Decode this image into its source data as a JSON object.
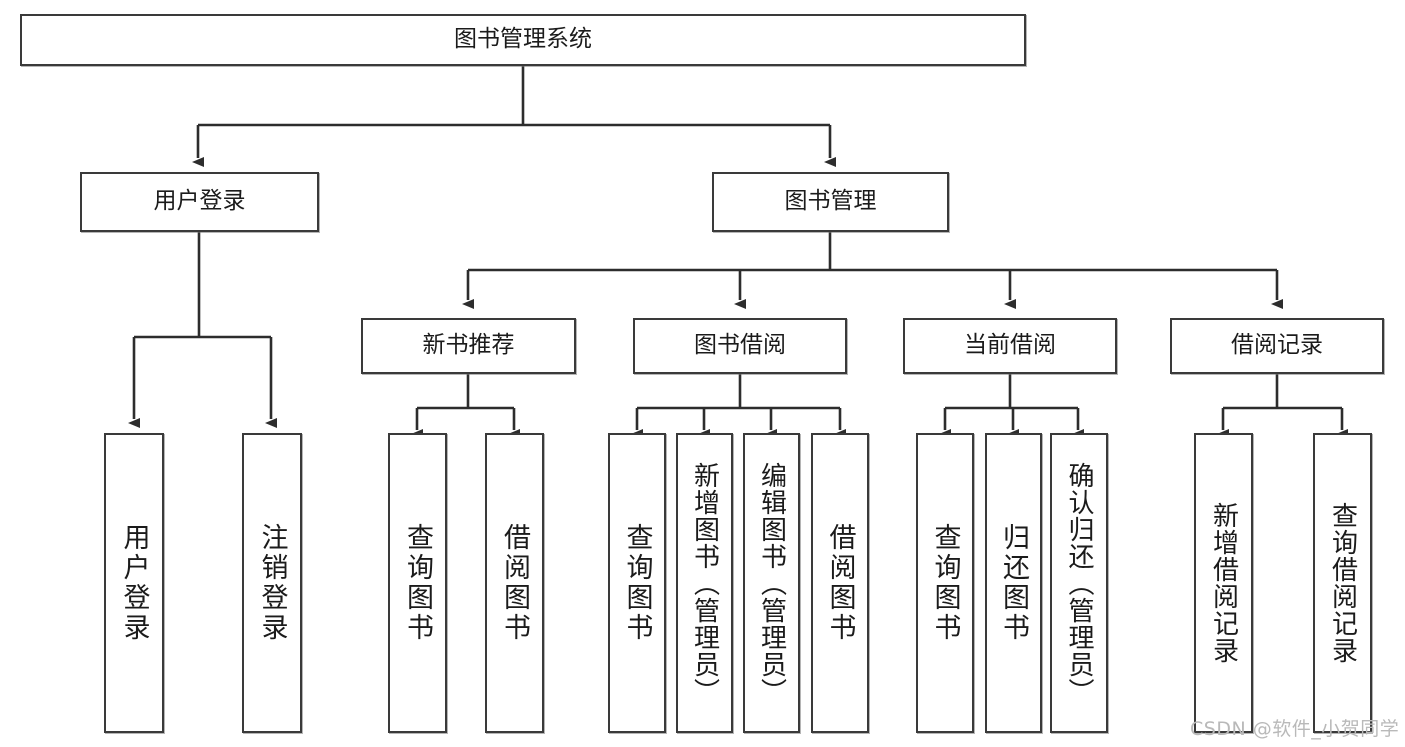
{
  "diagram": {
    "type": "tree",
    "title": "图书管理系统",
    "root": {
      "label": "图书管理系统"
    },
    "level2": [
      {
        "label": "用户登录"
      },
      {
        "label": "图书管理"
      }
    ],
    "level3": [
      {
        "label": "新书推荐"
      },
      {
        "label": "图书借阅"
      },
      {
        "label": "当前借阅"
      },
      {
        "label": "借阅记录"
      }
    ],
    "leaves": {
      "user_login": [
        {
          "label": "用户登录"
        },
        {
          "label": "注销登录"
        }
      ],
      "new_book_recommend": [
        {
          "label": "查询图书"
        },
        {
          "label": "借阅图书"
        }
      ],
      "book_borrow": [
        {
          "label": "查询图书"
        },
        {
          "label": "新增图书（管理员）"
        },
        {
          "label": "编辑图书（管理员）"
        },
        {
          "label": "借阅图书"
        }
      ],
      "current_borrow": [
        {
          "label": "查询图书"
        },
        {
          "label": "归还图书"
        },
        {
          "label": "确认归还（管理员）"
        }
      ],
      "borrow_record": [
        {
          "label": "新增借阅记录"
        },
        {
          "label": "查询借阅记录"
        }
      ]
    }
  },
  "watermark": {
    "text": "CSDN @软件_小贺同学"
  },
  "colors": {
    "box_border": "#3a3a3a",
    "box_fill": "#ffffff",
    "edge": "#2d2d2d",
    "text": "#1b1b1b",
    "watermark": "#b9b9b9"
  }
}
